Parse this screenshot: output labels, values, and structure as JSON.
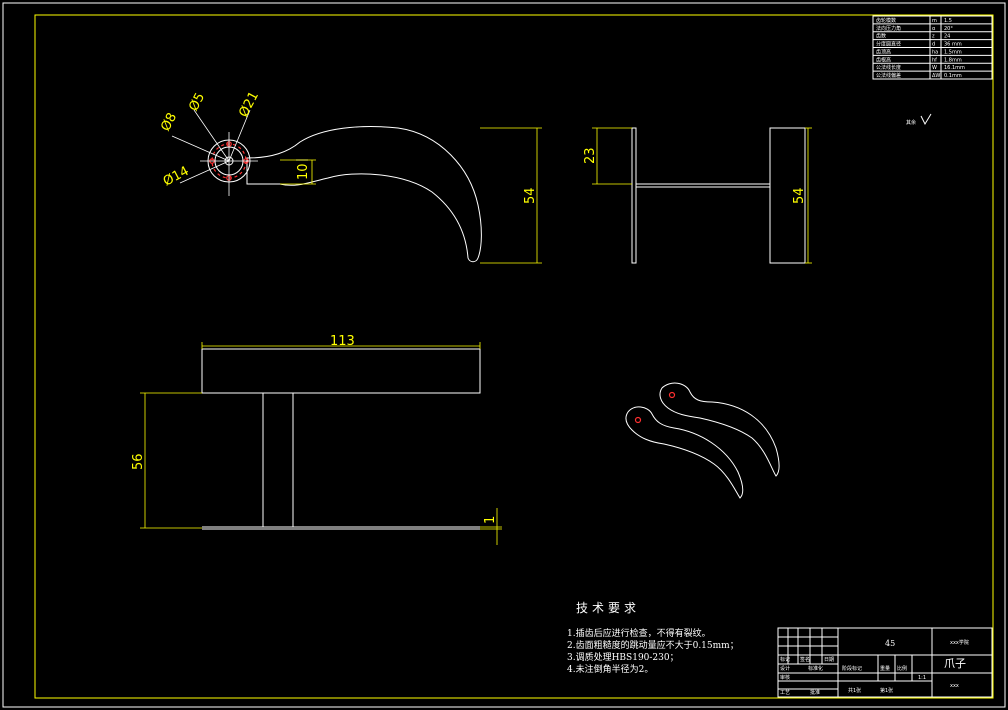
{
  "colors": {
    "background": "#000000",
    "lines": "#ffffff",
    "dimensions": "#ffff00",
    "frame": "#ffff00",
    "hidden": "#ff3030"
  },
  "dims": {
    "phi5": "Ø5",
    "phi21": "Ø21",
    "phi8": "Ø8",
    "phi14": "Ø14",
    "d10": "10",
    "d54": "54",
    "d23": "23",
    "d54b": "54",
    "d113": "113",
    "d56": "56",
    "d1": "1"
  },
  "params": {
    "rows": [
      {
        "name": "齿轮模数",
        "sym": "m",
        "val": "1.5"
      },
      {
        "name": "法向压力角",
        "sym": "α",
        "val": "20°"
      },
      {
        "name": "齿数",
        "sym": "z",
        "val": "24"
      },
      {
        "name": "分度圆直径",
        "sym": "d",
        "val": "36 mm"
      },
      {
        "name": "齿顶高",
        "sym": "ha",
        "val": "1.5mm"
      },
      {
        "name": "齿根高",
        "sym": "hf",
        "val": "1.8mm"
      },
      {
        "name": "公法线长度",
        "sym": "W",
        "val": "16.1mm"
      },
      {
        "name": "公法线偏差",
        "sym": "ΔW",
        "val": "0.1mm"
      }
    ]
  },
  "roughness": "其余",
  "notes": {
    "title": "技术要求",
    "items": [
      "1.插齿后应进行检查，不得有裂纹。",
      "2.齿面粗糙度的跳动量应不大于0.15mm；",
      "3.调质处理HBS190-230；",
      "4.未注倒角半径为2。"
    ]
  },
  "titleblock": {
    "material": "45",
    "part_name": "爪子",
    "code": "xxx",
    "scale": "1:1",
    "school_label": "xxx学院",
    "designer_label": "设计",
    "checker_label": "审核",
    "process_label": "工艺",
    "mark_label": "标记",
    "std_label": "标准化",
    "approve_label": "批准",
    "stage_label": "阶段标记",
    "weight_label": "重量",
    "ratio_label": "比例",
    "sheet_label": "共1张",
    "sheet2_label": "第1张",
    "sign_label": "签名",
    "date_label": "日期"
  }
}
